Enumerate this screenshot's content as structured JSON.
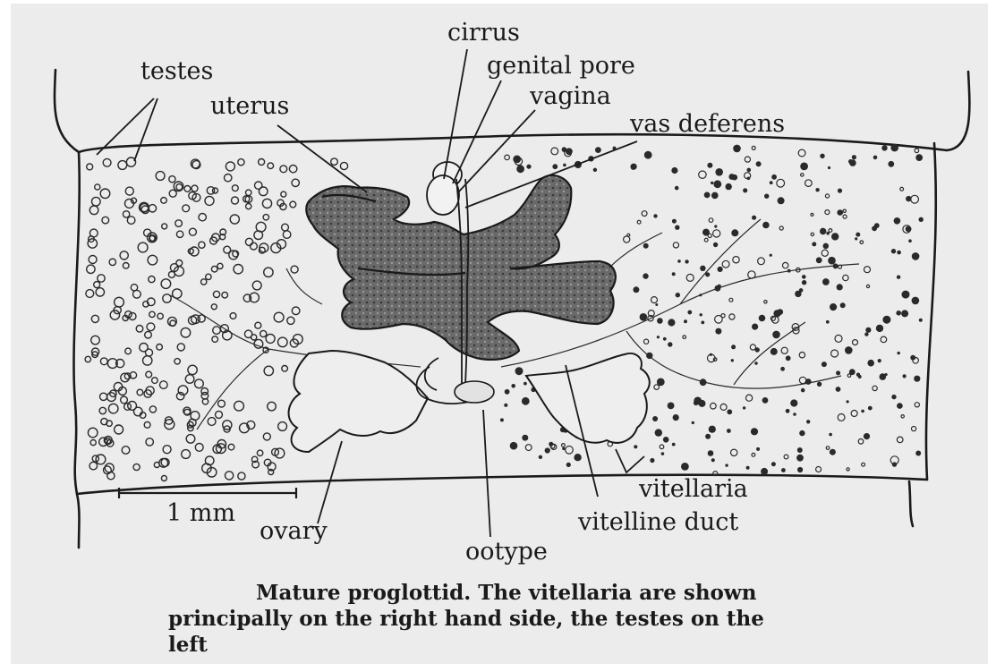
{
  "labels": {
    "testes": "testes",
    "uterus": "uterus",
    "cirrus": "cirrus",
    "genital_pore": "genital pore",
    "vagina": "vagina",
    "vas_deferens": "vas deferens",
    "scale": "1 mm",
    "ovary": "ovary",
    "ootype": "ootype",
    "vitellaria": "vitellaria",
    "vitelline_duct": "vitelline duct"
  },
  "caption": {
    "line1": "Mature proglottid. The vitellaria are shown",
    "line2": "principally on the right hand side, the testes on the",
    "line3": "left"
  },
  "colors": {
    "paper": "#ececec",
    "ink": "#1a1a1a",
    "uterus_fill": "#6e6e6e"
  }
}
